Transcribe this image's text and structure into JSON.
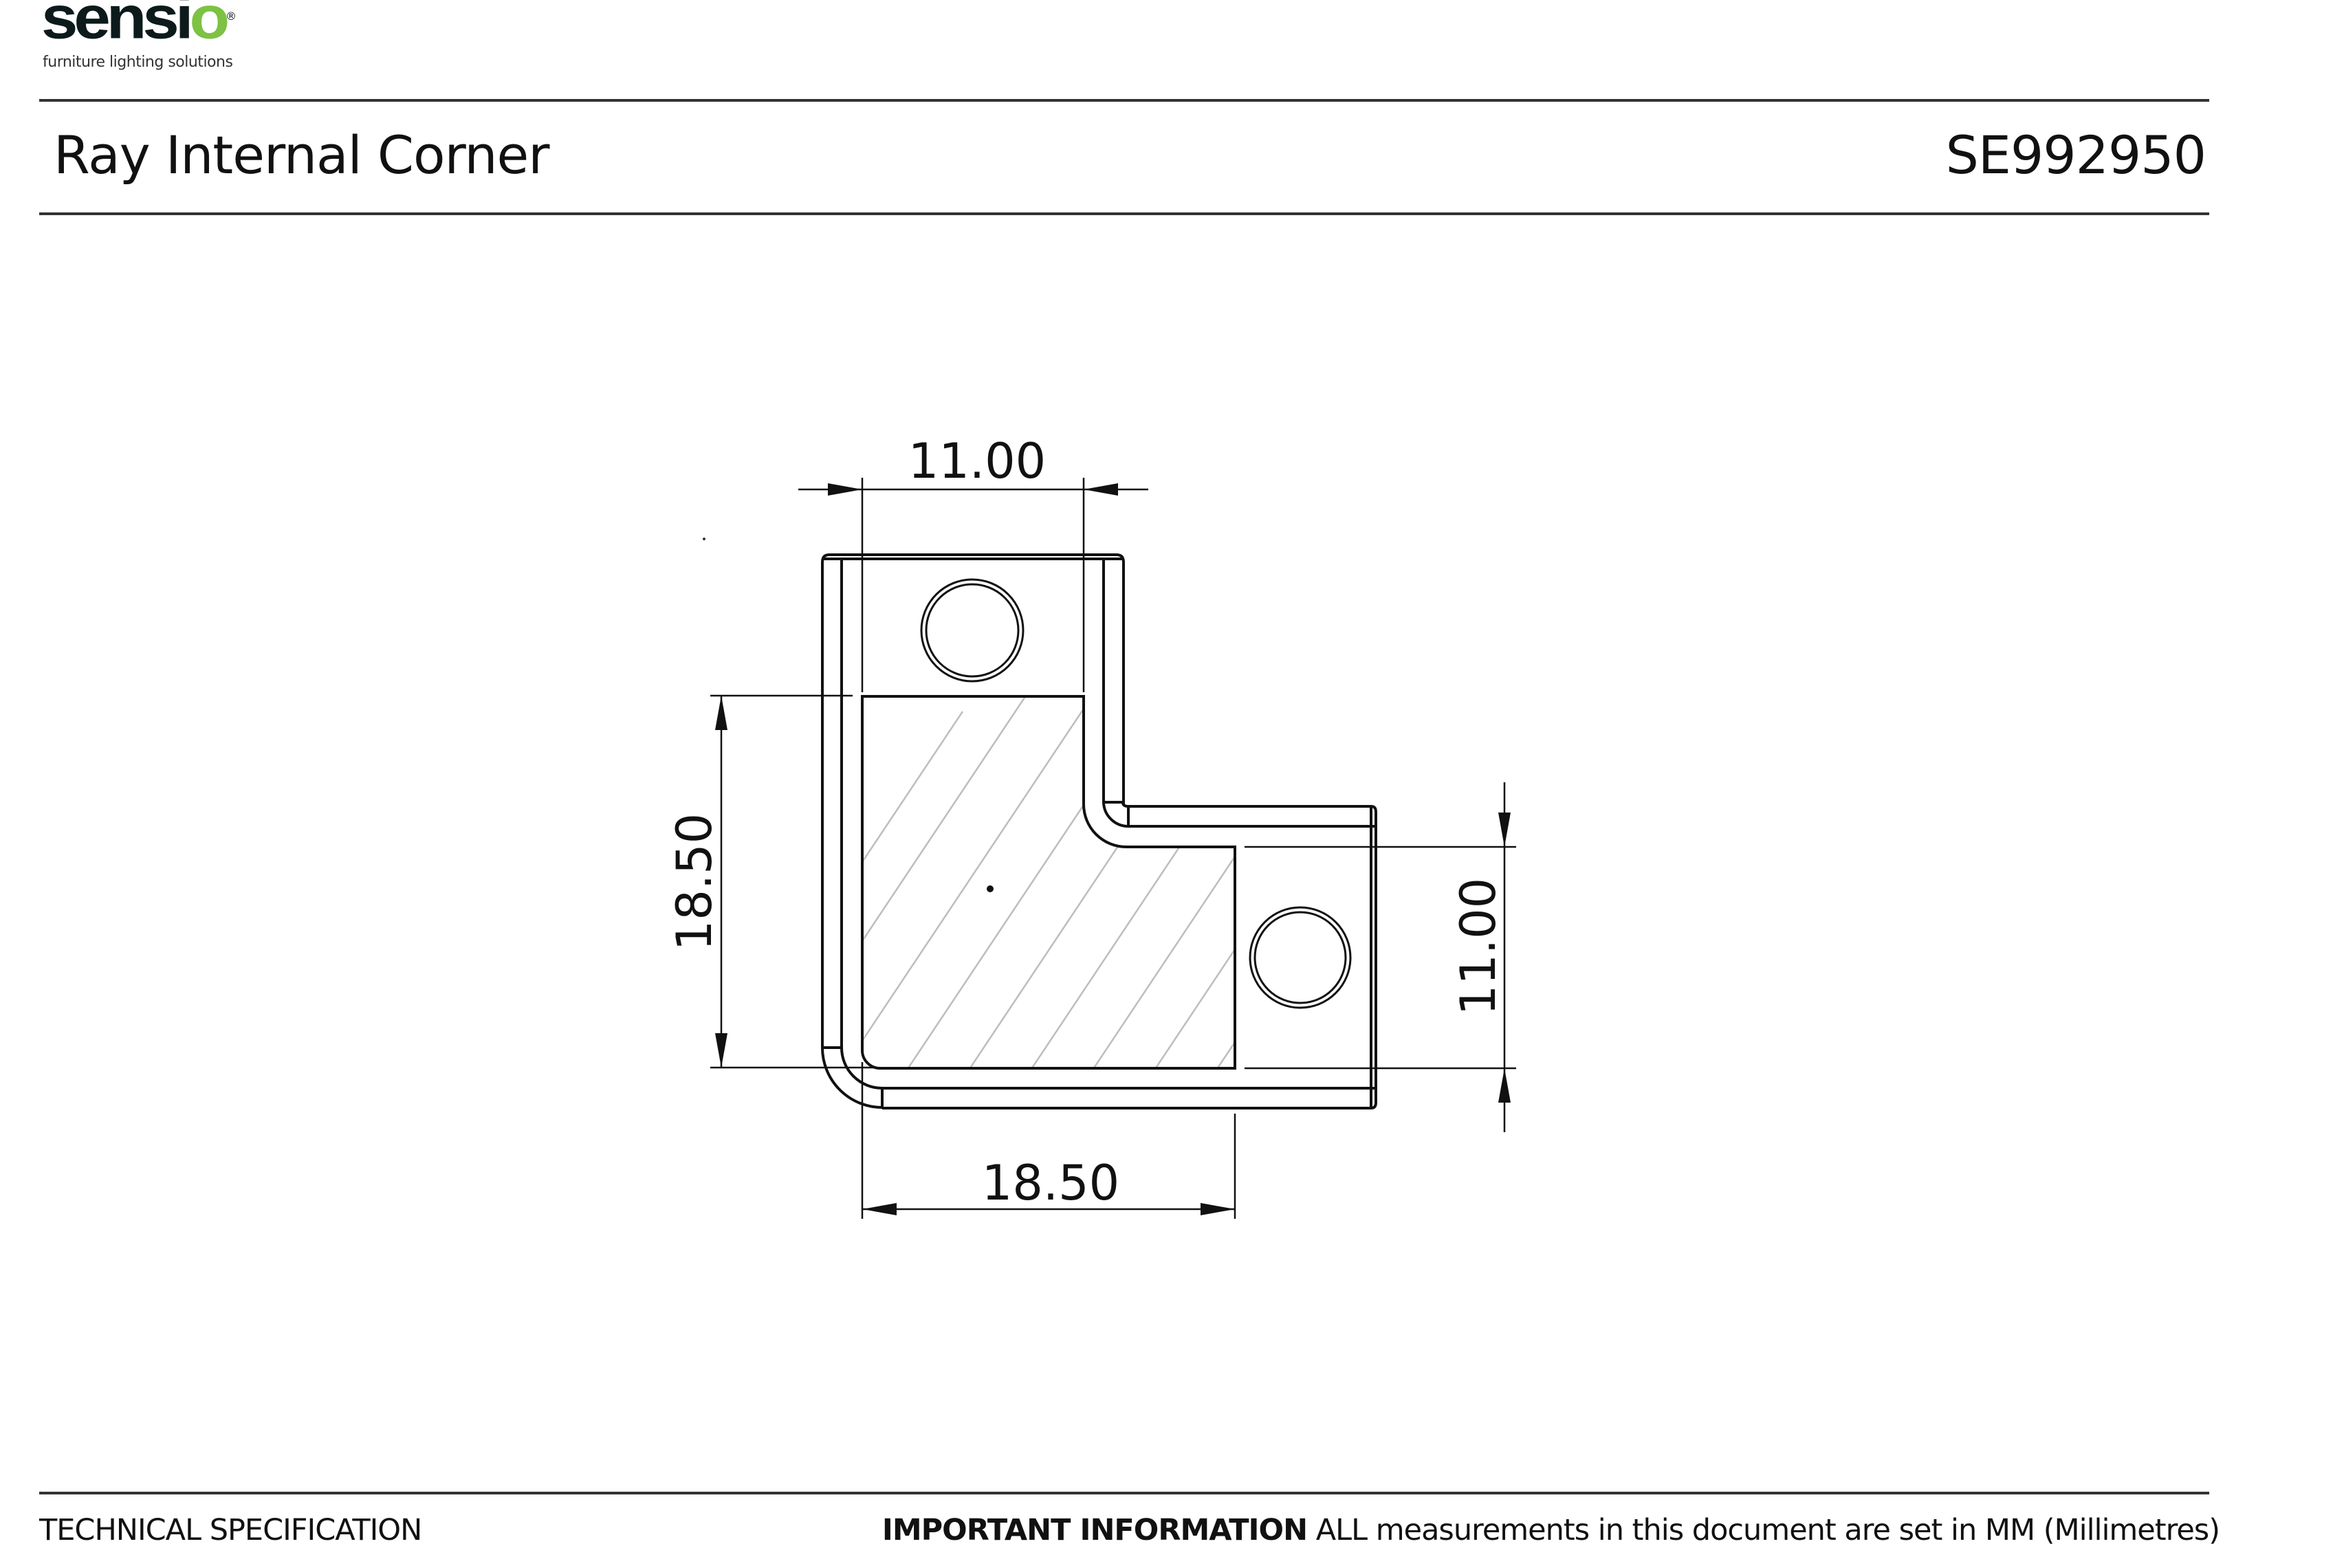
{
  "brand": {
    "name_prefix": "sensi",
    "name_suffix": "o",
    "registered_mark": "®",
    "tagline": "furniture lighting solutions",
    "colors": {
      "wordmark": "#0d1a1c",
      "accent": "#7dc242"
    }
  },
  "header": {
    "title": "Ray Internal Corner",
    "product_code": "SE992950"
  },
  "drawing": {
    "view": "internal corner connector, plan view",
    "dimensions": {
      "top_width": "11.00",
      "left_height": "18.50",
      "right_height": "11.00",
      "bottom_width": "18.50"
    },
    "units": "mm",
    "colors": {
      "line": "#111111",
      "hatch": "#bdbdbd"
    }
  },
  "footer": {
    "section_label": "TECHNICAL SPECIFICATION",
    "important_label": "IMPORTANT INFORMATION",
    "important_text": " ALL measurements in this document are set in MM (Millimetres)"
  }
}
